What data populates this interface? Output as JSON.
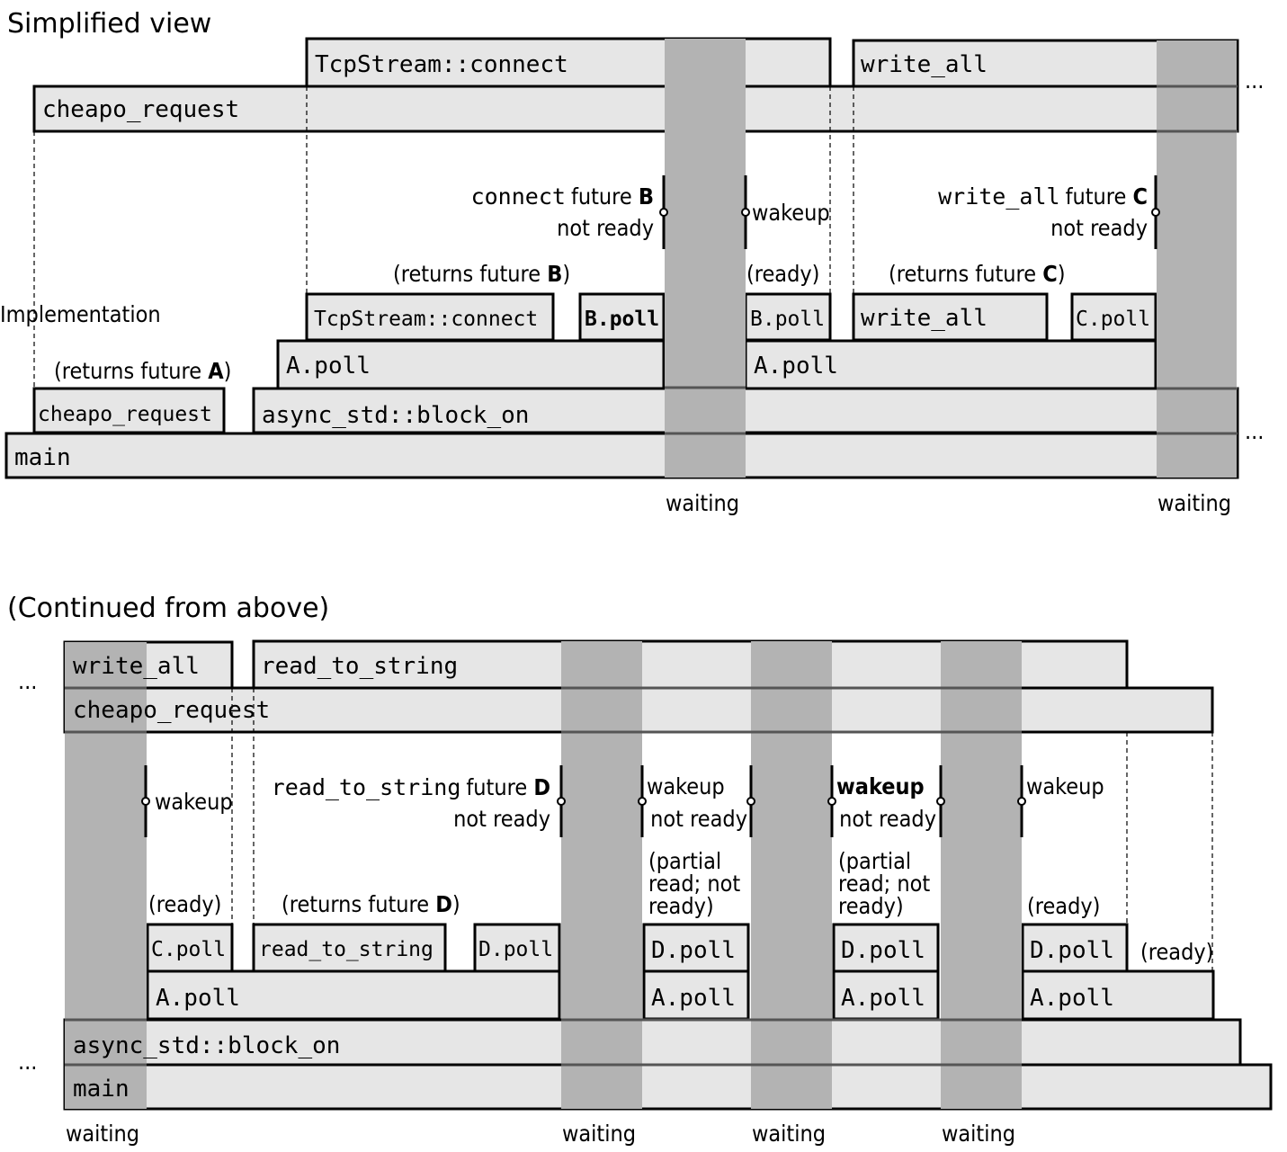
{
  "top": {
    "title": "Simplified view",
    "implementation_label": "Implementation",
    "frames": {
      "tcp_connect_simple": "TcpStream::connect",
      "write_all_simple": "write_all",
      "cheapo_request_simple": "cheapo_request",
      "tcp_connect_impl": "TcpStream::connect",
      "b_poll_1": "B.poll",
      "b_poll_2": "B.poll",
      "write_all_impl": "write_all",
      "c_poll": "C.poll",
      "a_poll_1": "A.poll",
      "a_poll_2": "A.poll",
      "cheapo_request_impl": "cheapo_request",
      "block_on": "async_std::block_on",
      "main": "main"
    },
    "annotations": {
      "connect_future_code": "connect",
      "connect_future_text": "future ",
      "connect_future_letter": "B",
      "connect_not_ready": "not ready",
      "wakeup": "wakeup",
      "write_all_future_code": "write_all",
      "write_all_future_text": "future ",
      "write_all_future_letter": "C",
      "write_all_not_ready": "not ready",
      "returns_b_prefix": "(returns future ",
      "returns_b_letter": "B",
      "returns_b_suffix": ")",
      "ready_b": "(ready)",
      "returns_c_prefix": "(returns future ",
      "returns_c_letter": "C",
      "returns_c_suffix": ")",
      "returns_a_prefix": "(returns future ",
      "returns_a_letter": "A",
      "returns_a_suffix": ")"
    },
    "waiting_1": "waiting",
    "waiting_2": "waiting",
    "ellipsis_1": "...",
    "ellipsis_2": "..."
  },
  "bottom": {
    "title": "(Continued from above)",
    "frames": {
      "write_all": "write_all",
      "read_to_string_top": "read_to_string",
      "cheapo_request": "cheapo_request",
      "c_poll": "C.poll",
      "read_to_string_impl": "read_to_string",
      "d_poll_1": "D.poll",
      "d_poll_2": "D.poll",
      "d_poll_3": "D.poll",
      "d_poll_4": "D.poll",
      "a_poll_1": "A.poll",
      "a_poll_2": "A.poll",
      "a_poll_3": "A.poll",
      "a_poll_4": "A.poll",
      "block_on": "async_std::block_on",
      "main": "main"
    },
    "annotations": {
      "wakeup_1": "wakeup",
      "read_future_code": "read_to_string",
      "read_future_text": "future ",
      "read_future_letter": "D",
      "read_not_ready": "not ready",
      "wakeup_2": "wakeup",
      "not_ready_2": "not ready",
      "wakeup_3": "wakeup",
      "not_ready_3": "not ready",
      "wakeup_4": "wakeup",
      "ready_c": "(ready)",
      "returns_d_prefix": "(returns future ",
      "returns_d_letter": "D",
      "returns_d_suffix": ")",
      "partial_1_l1": "(partial",
      "partial_1_l2": "read; not",
      "partial_1_l3": "ready)",
      "partial_2_l1": "(partial",
      "partial_2_l2": "read; not",
      "partial_2_l3": "ready)",
      "ready_d": "(ready)",
      "ready_a": "(ready)"
    },
    "waiting_1": "waiting",
    "waiting_2": "waiting",
    "waiting_3": "waiting",
    "waiting_4": "waiting",
    "ellipsis_1": "...",
    "ellipsis_2": "..."
  }
}
